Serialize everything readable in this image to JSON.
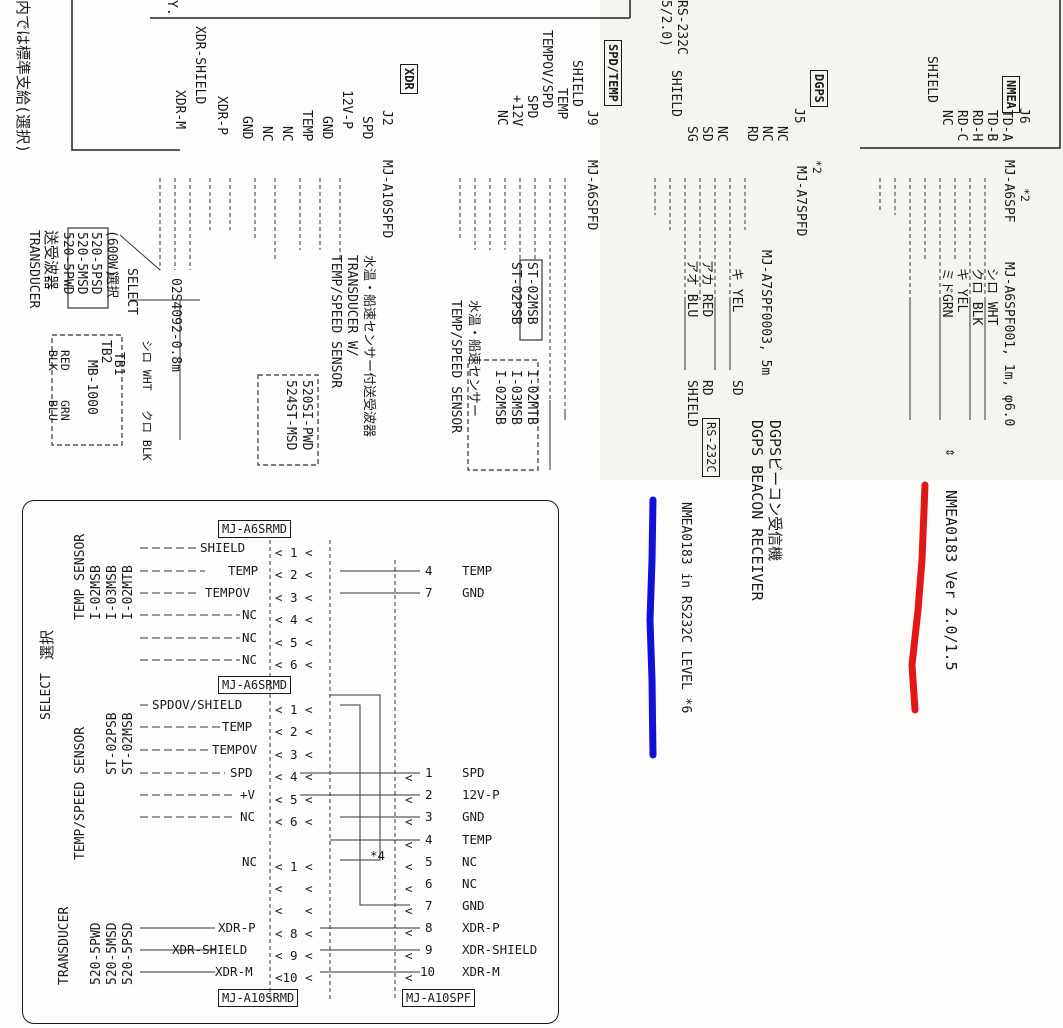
{
  "top_connectors": {
    "nmea": {
      "title": "NMEA",
      "conn": "J6",
      "pins": [
        "TD-A",
        "TD-B",
        "RD-H",
        "RD-C",
        "NC",
        "SHIELD"
      ],
      "cable": "MJ-A6SPF",
      "note": "*2",
      "cable2": "MJ-A6SPF001, 1m, φ6.0",
      "wires": [
        "シロ WHT",
        "クロ BLK",
        "キ YEL",
        "ミドGRN"
      ],
      "label": "NMEA0183 Ver 2.0/1.5"
    },
    "dgps": {
      "title": "DGPS",
      "conn": "J5",
      "pins": [
        "NC",
        "NC",
        "RD",
        "NC",
        "SD",
        "SG",
        "SHIELD"
      ],
      "cable": "MJ-A7SPFD",
      "note": "*2",
      "cable2": "MJ-A7SPF0003, 5m",
      "wires": [
        "キ YEL",
        "アカ RED",
        "アオ BLU"
      ],
      "signals": [
        "SD",
        "RD",
        "SHIELD"
      ],
      "rs": "RS-232C",
      "label1": "DGPSビーコン受信機",
      "label2": "DGPS BEACON RECEIVER",
      "label3": "NMEA0183 in RS232C LEVEL  *6",
      "side_rs": "RS-232C",
      "side_ver": "5/2.0)"
    },
    "spd": {
      "title": "SPD/TEMP",
      "conn": "J9",
      "pins": [
        "SHIELD",
        "TEMP",
        "TEMPOV/SPD",
        "SPD",
        "+12V",
        "NC"
      ],
      "cable": "MJ-A6SPFD",
      "sensors_a": [
        "ST-02MSB",
        "ST-02PSB"
      ],
      "sensors_b": [
        "I-02MTB",
        "I-03MSB",
        "I-02MSB"
      ],
      "label1": "水温・船速センサー",
      "label2": "TEMP/SPEED SENSOR"
    },
    "xdr": {
      "title": "XDR",
      "conn": "J2",
      "pins": [
        "SPD",
        "12V-P",
        "GND",
        "TEMP",
        "NC",
        "NC",
        "GND",
        "XDR-P",
        "XDR-SHIELD",
        "XDR-M"
      ],
      "cable": "MJ-A10SPFD",
      "label1": "水温・船速センサー付送受波器",
      "label2": "TRANSDUCER W/",
      "label3": "TEMP/SPEED SENSOR",
      "sensors": [
        "520SI-PWD",
        "524ST-MSD"
      ],
      "mb": "MB-1000",
      "tb1": "TB1",
      "tb2": "TB2",
      "cable2": "02S4092-0.8m",
      "select_en": "SELECT",
      "select_jp": "選択",
      "watt": "(600W)",
      "xducers": [
        "520-5PSD",
        "520-5MSD",
        "520-5PWD"
      ],
      "xd_jp": "送受波器",
      "xd_en": "TRANSDUCER",
      "wire_labels": [
        "RED",
        "BLK",
        "GRN",
        "BLU",
        "シロ WHT",
        "クロ BLK"
      ],
      "margin_jp": "内では標準支給(選択)",
      "xdr_trunc": "Y."
    }
  },
  "panel": {
    "temp_block": {
      "cable": "MJ-A6SRMD",
      "pins": [
        "SHIELD",
        "TEMP",
        "TEMPOV",
        "NC",
        "NC",
        "NC"
      ],
      "right": [
        {
          "n": "4",
          "s": "TEMP"
        },
        {
          "n": "7",
          "s": "GND"
        }
      ],
      "sensors": [
        "I-02MTB",
        "I-03MSB",
        "I-02MSB"
      ],
      "label": "TEMP SENSOR",
      "select_jp": "選択",
      "select_en": "SELECT"
    },
    "spd_block": {
      "cable": "MJ-A6SRMD",
      "pins": [
        "SPDOV/SHIELD",
        "TEMP",
        "TEMPOV",
        "SPD",
        "+V",
        "NC"
      ],
      "sensors": [
        "ST-02MSB",
        "ST-02PSB"
      ],
      "label": "TEMP/SPEED SENSOR"
    },
    "xdr_block": {
      "cable": "MJ-A10SRMD",
      "pins": [
        "NC",
        "XDR-P",
        "XDR-SHIELD",
        "XDR-M"
      ],
      "sensors": [
        "520-5PSD",
        "520-5MSD",
        "520-5PWD"
      ],
      "label": "TRANSDUCER"
    },
    "right_conn": {
      "cable": "MJ-A10SPF",
      "pins": [
        {
          "n": "1",
          "s": "SPD"
        },
        {
          "n": "2",
          "s": "12V-P"
        },
        {
          "n": "3",
          "s": "GND"
        },
        {
          "n": "4",
          "s": "TEMP"
        },
        {
          "n": "5",
          "s": "NC"
        },
        {
          "n": "6",
          "s": "NC"
        },
        {
          "n": "7",
          "s": "GND"
        },
        {
          "n": "8",
          "s": "XDR-P"
        },
        {
          "n": "9",
          "s": "XDR-SHIELD"
        },
        {
          "n": "10",
          "s": "XDR-M"
        }
      ]
    },
    "note4": "*4"
  },
  "colors": {
    "marker_red": "#e01818",
    "marker_blue": "#1010d8"
  }
}
